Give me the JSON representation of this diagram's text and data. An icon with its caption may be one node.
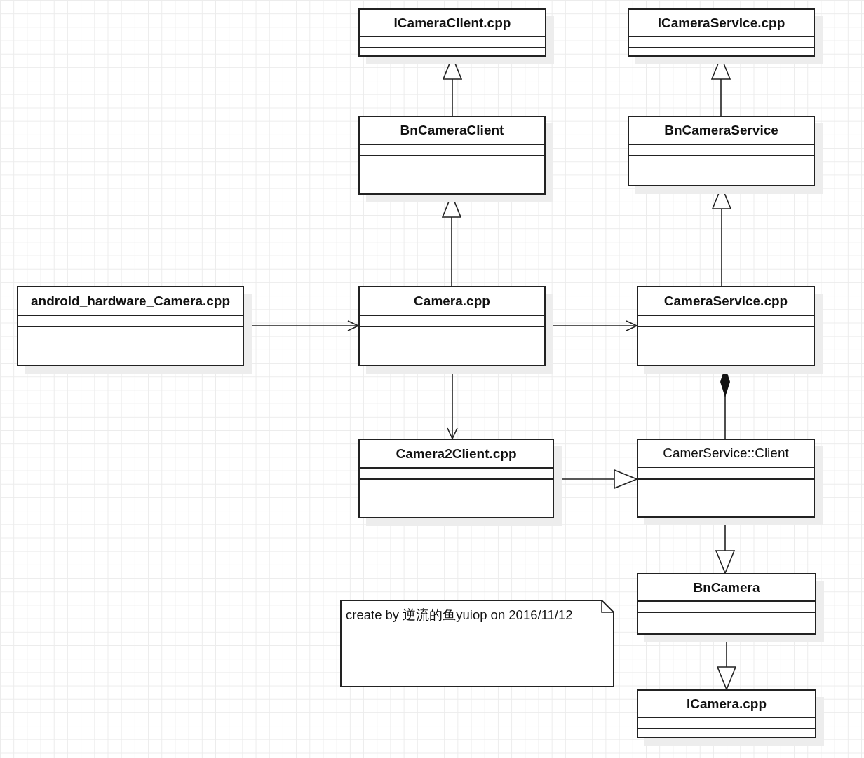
{
  "diagram": {
    "nodes": [
      {
        "text": [
          "ICameraClient.cpp"
        ]
      },
      {
        "text": [
          "ICameraService.cpp"
        ]
      },
      {
        "text": [
          "BnCameraClient"
        ]
      },
      {
        "text": [
          "BnCameraService"
        ]
      },
      {
        "text": [
          "android_hardware_Camera.cpp"
        ]
      },
      {
        "text": [
          "Camera.cpp"
        ]
      },
      {
        "text": [
          "CameraService.cpp"
        ]
      },
      {
        "text": [
          "Camera2Client.cpp"
        ]
      },
      {
        "text": [
          "CamerService::Client"
        ]
      },
      {
        "text": [
          "BnCamera"
        ]
      },
      {
        "text": [
          "create by 逆流的鱼yuiop on 2016/11/12"
        ]
      },
      {
        "text": [
          "ICamera.cpp"
        ]
      }
    ],
    "edges": [
      {
        "from": 2,
        "to": 0,
        "arrow": "to"
      },
      {
        "from": 3,
        "to": 1,
        "arrow": "to"
      },
      {
        "from": 5,
        "to": 2,
        "arrow": "to"
      },
      {
        "from": 6,
        "to": 3,
        "arrow": "to"
      },
      {
        "from": 4,
        "to": 5,
        "arrow": "to"
      },
      {
        "from": 5,
        "to": 6,
        "arrow": "to"
      },
      {
        "from": 5,
        "to": 7,
        "arrow": "to"
      },
      {
        "from": 7,
        "to": 8,
        "arrow": "to"
      },
      {
        "from": 8,
        "to": 6,
        "arrow": "other"
      },
      {
        "from": 8,
        "to": 9,
        "arrow": "to"
      },
      {
        "from": 9,
        "to": 11,
        "arrow": "to"
      }
    ]
  }
}
